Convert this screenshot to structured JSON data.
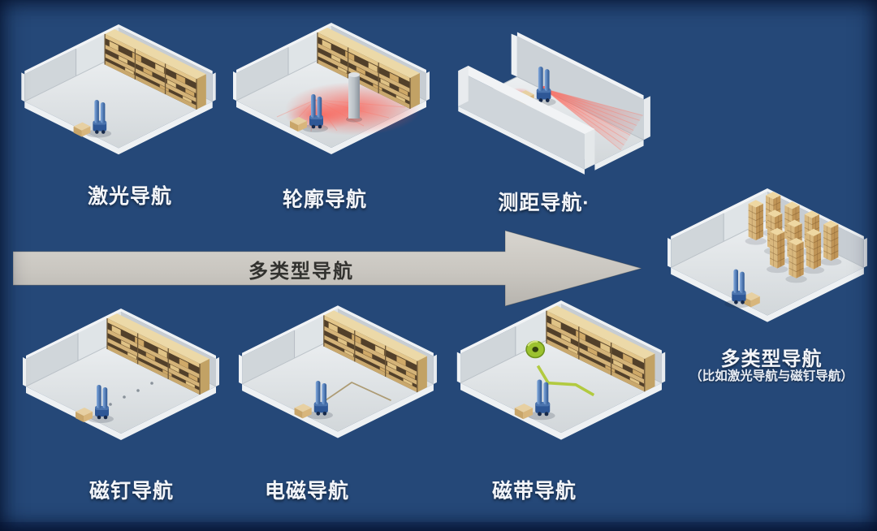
{
  "canvas": {
    "background": "#254878",
    "bottom_strip": "#1b3a69"
  },
  "colors": {
    "laser_red": "#ff5246",
    "tape_green": "#aec832",
    "agv_blue": "#2e5796",
    "arrow_gray": "#c9c6c0",
    "wall_light": "#d0d6da",
    "crate_tan": "#d9b87e"
  },
  "nav_types": [
    {
      "label": "激光导航",
      "scene": "room-shelf"
    },
    {
      "label": "轮廓导航",
      "scene": "room-shelf-laser-pillar"
    },
    {
      "label": "测距导航·",
      "scene": "channel-laser-fan"
    },
    {
      "label": "磁钉导航",
      "scene": "room-shelf-nails"
    },
    {
      "label": "电磁导航",
      "scene": "room-shelf-wire"
    },
    {
      "label": "磁带导航",
      "scene": "room-shelf-tape"
    }
  ],
  "arrow": {
    "label": "多类型导航"
  },
  "result": {
    "title": "多类型导航",
    "subtitle": "（比如激光导航与磁钉导航）",
    "scene": "room-pallet-stacks"
  }
}
